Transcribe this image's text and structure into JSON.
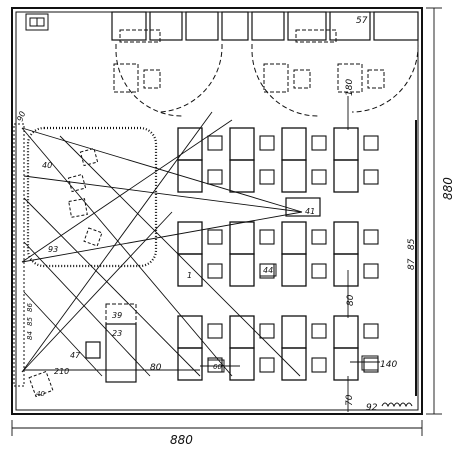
{
  "dimensions": {
    "width_bottom": "880",
    "height_right": "880"
  },
  "labels": {
    "top_right": "57",
    "aisle_top": "180",
    "right_mid": "87",
    "right_mid2": "85",
    "aisle_right": "80",
    "right_low": "140",
    "bottom_right_num": "92",
    "bottom_aisle": "70",
    "left_top": "90",
    "left_upper": "40",
    "corner_top": "",
    "area_left": "93",
    "desk_number": "41",
    "row_mid_left": "1",
    "row_mid_box": "44",
    "left_stack_1": "84",
    "left_stack_2": "85",
    "left_stack_3": "86",
    "box_small_top": "39",
    "box_small": "23",
    "small_square": "47",
    "bottom_left_dim": "210",
    "bottom_mid_dim": "80",
    "bottom_box": "60",
    "bottom_corner": "40"
  }
}
